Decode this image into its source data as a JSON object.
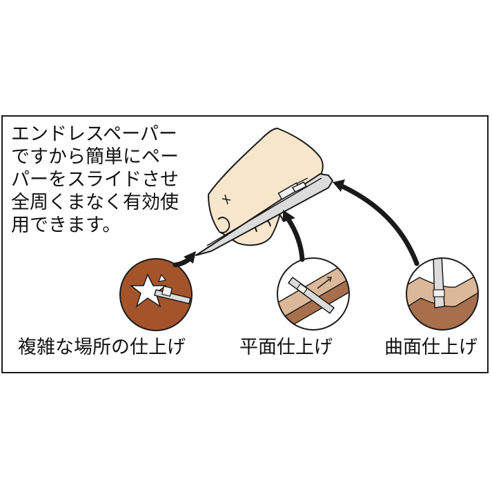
{
  "description_lines": [
    "エンドレスペーパー",
    "ですから簡単にペー",
    "パーをスライドさせ",
    "全周くまなく有効使",
    "用できます。"
  ],
  "captions": {
    "complex": "複雑な場所の仕上げ",
    "flat": "平面仕上げ",
    "curved": "曲面仕上げ"
  },
  "colors": {
    "frame": "#1a1a1a",
    "skin": "#f8e6cc",
    "wood": "#a4542a",
    "plank": "#dcb89a",
    "plank_dark": "#a86f4c",
    "tool": "#dcdcdc"
  }
}
